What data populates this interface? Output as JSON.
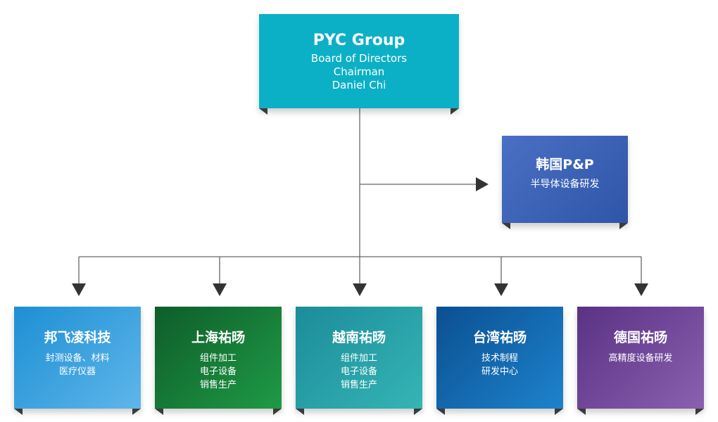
{
  "root": {
    "title": "PYC Group",
    "lines": [
      "Board of Directors",
      "Chairman",
      "Daniel Chi"
    ]
  },
  "side": {
    "title": "韩国P&P",
    "lines": [
      "半导体设备研发"
    ]
  },
  "children": [
    {
      "title": "邦飞凌科技",
      "lines": [
        "封测设备、材料",
        "医疗仪器"
      ]
    },
    {
      "title": "上海祐旸",
      "lines": [
        "组件加工",
        "电子设备",
        "销售生产"
      ]
    },
    {
      "title": "越南祐旸",
      "lines": [
        "组件加工",
        "电子设备",
        "销售生产"
      ]
    },
    {
      "title": "台湾祐旸",
      "lines": [
        "技术制程",
        "研发中心"
      ]
    },
    {
      "title": "德国祐旸",
      "lines": [
        "高精度设备研发"
      ]
    }
  ],
  "colors": {
    "root": "#0cb0c6",
    "side": "#3b61b6",
    "connector": "#555555",
    "arrow": "#333333"
  }
}
